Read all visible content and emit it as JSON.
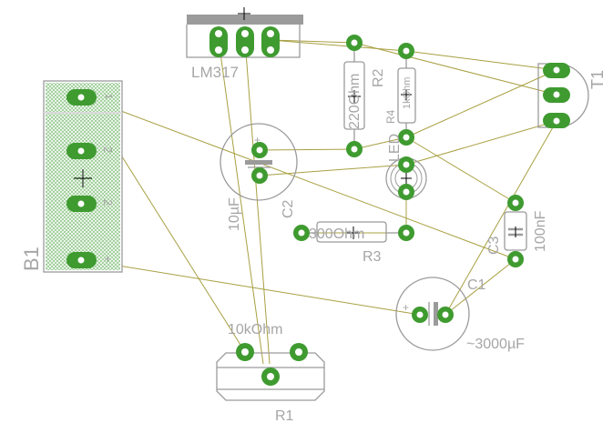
{
  "labels": {
    "lm317": "LM317",
    "r2_ref": "R2",
    "r2_value": "220Ohm",
    "r4_ref": "R4",
    "r4_value": "1kOhm",
    "led_ref": "LED",
    "t1_ref": "T1",
    "c2_ref": "C2",
    "c2_value": "10µF",
    "r3_value": "300Ohm",
    "r3_ref": "R3",
    "c3_ref": "C3",
    "c3_value": "100nF",
    "c1_ref": "C1",
    "c1_value": "~3000µF",
    "r1_value": "10kOhm",
    "r1_ref": "R1",
    "b1_ref": "B1",
    "b1_pin1": "1",
    "b1_pin2": "2",
    "b1_pin3": "2",
    "b1_pin4": "+",
    "c_plus": "+"
  },
  "colors": {
    "pad": "#3f9b30",
    "airwire": "#a8a042",
    "silkscreen": "#9b9b9b",
    "label": "#a6a6a6",
    "bridge_fill": "#cfe8cf",
    "heatsink": "#9b9b9b"
  }
}
